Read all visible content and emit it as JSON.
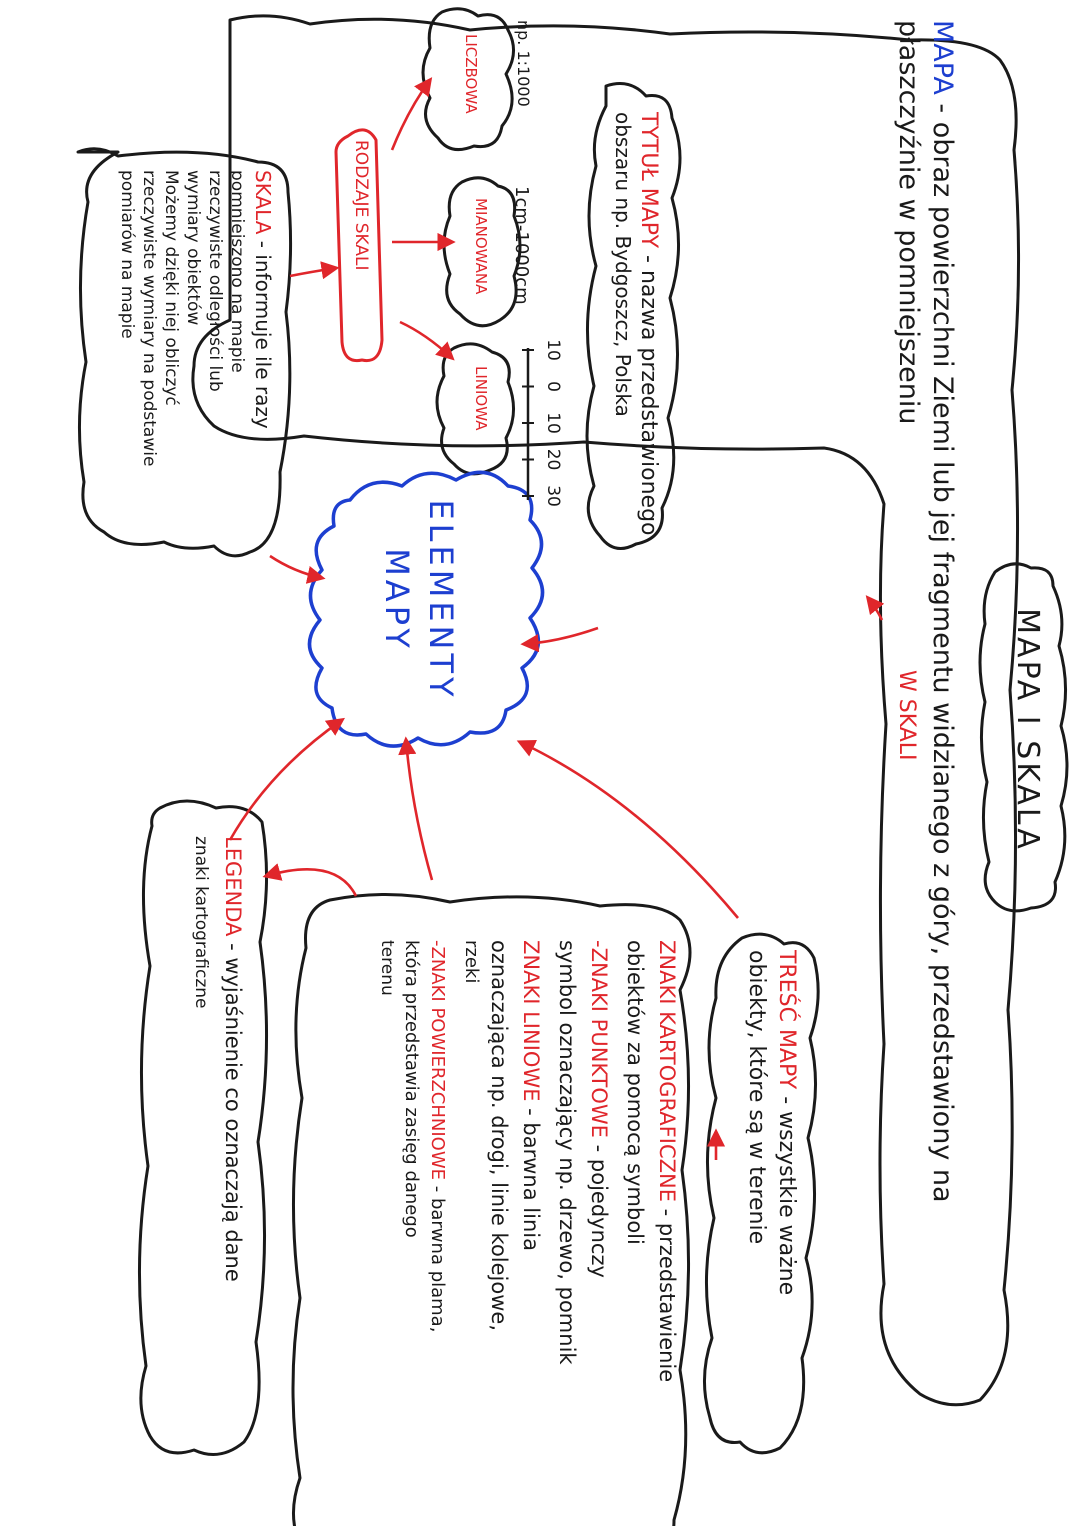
{
  "title": "MAPA I SKALA",
  "definition": {
    "term": "MAPA",
    "line1": "- obraz powierzchni Ziemi lub jej fragmentu widzianego z góry, przedstawiony na",
    "line2": "płaszczyźnie w pomniejszeniu",
    "note": "W SKALI"
  },
  "center": {
    "line1": "ELEMENTY",
    "line2": "MAPY"
  },
  "tytul": {
    "label": "TYTUŁ MAPY",
    "line1": "- nazwa przedstawionego",
    "line2": "obszaru np. Bydgoszcz, Polska"
  },
  "skala": {
    "label": "SKALA",
    "line1": "- informuje ile razy",
    "line2": "pomniejszono na mapie",
    "line3": "rzeczywiste odległości lub",
    "line4": "wymiary obiektów",
    "line5": "Możemy dzięki niej obliczyć",
    "line6": "rzeczywiste wymiary na podstawie",
    "line7": "pomiarów na mapie"
  },
  "rodzaje": {
    "label": "RODZAJE SKALI",
    "liczbowa": "LICZBOWA",
    "liczbowa_ex": "np. 1:1000",
    "mianowana": "MIANOWANA",
    "mianowana_ex": "1cm-1000cm",
    "liniowa": "LINIOWA",
    "liniowa_ticks": [
      "10",
      "0",
      "10",
      "20",
      "30"
    ]
  },
  "tresc": {
    "label": "TREŚĆ MAPY",
    "line1": "- wszystkie ważne",
    "line2": "obiekty, które są w terenie"
  },
  "znaki": {
    "label": "ZNAKI KARTOGRAFICZNE",
    "line1": "- przedstawienie",
    "line2": "obiektów za pomocą symboli",
    "punkt_label": "-ZNAKI PUNKTOWE",
    "punkt_line1": "- pojedynczy",
    "punkt_line2": "symbol oznaczający np. drzewo, pomnik",
    "lin_label": "ZNAKI LINIOWE",
    "lin_line1": "- barwna linia",
    "lin_line2": "oznaczająca np. drogi, linie kolejowe,",
    "lin_line3": "rzeki",
    "pow_label": "-ZNAKI POWIERZCHNIOWE",
    "pow_line1": "- barwna plama,",
    "pow_line2": "która przedstawia zasięg danego",
    "pow_line3": "terenu"
  },
  "legenda": {
    "label": "LEGENDA",
    "line1": "- wyjaśnienie co oznaczają dane",
    "line2": "znaki kartograficzne"
  },
  "colors": {
    "ink": "#1a1a1a",
    "accent": "#e0262b",
    "center": "#1d3fd0"
  }
}
